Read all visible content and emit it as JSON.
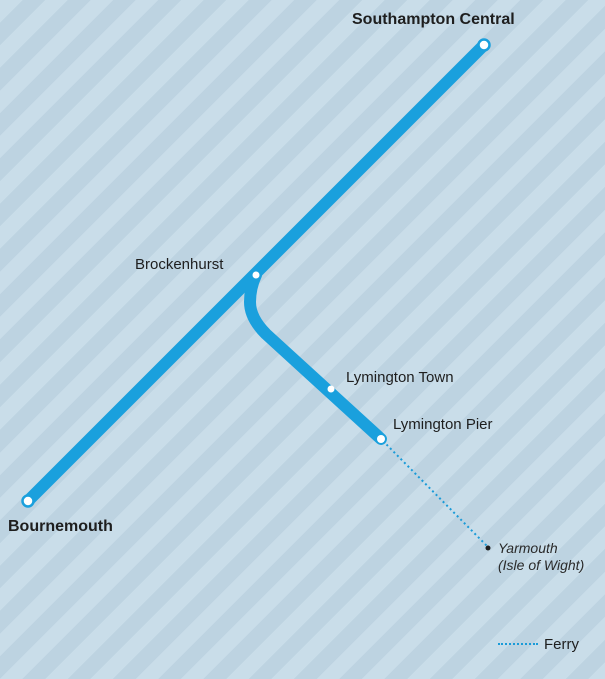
{
  "map": {
    "route_color": "#1aa0dd",
    "ferry_color": "#1a9bd8",
    "background_color": "#c4d9e6",
    "stations": {
      "southampton": "Southampton Central",
      "bournemouth": "Bournemouth",
      "brockenhurst": "Brockenhurst",
      "lymington_town": "Lymington Town",
      "lymington_pier": "Lymington Pier",
      "yarmouth": "Yarmouth",
      "yarmouth_sub": "(Isle of Wight)"
    },
    "legend": {
      "ferry_label": "Ferry"
    }
  }
}
